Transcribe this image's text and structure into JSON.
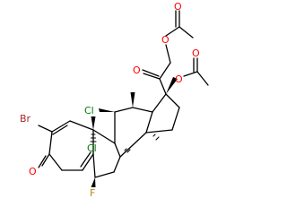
{
  "atoms": {
    "br": {
      "text": "Br",
      "color": "#a52a2a"
    },
    "o3": {
      "text": "O",
      "color": "#ff0000"
    },
    "cl9": {
      "text": "Cl",
      "color": "#008000"
    },
    "cl11": {
      "text": "Cl",
      "color": "#008000"
    },
    "f6": {
      "text": "F",
      "color": "#b8860b"
    },
    "o20": {
      "text": "O",
      "color": "#ff0000"
    },
    "o21": {
      "text": "O",
      "color": "#ff0000"
    },
    "o_acyl21": {
      "text": "O",
      "color": "#ff0000"
    },
    "o17": {
      "text": "O",
      "color": "#ff0000"
    },
    "o_acyl17": {
      "text": "O",
      "color": "#ff0000"
    }
  }
}
